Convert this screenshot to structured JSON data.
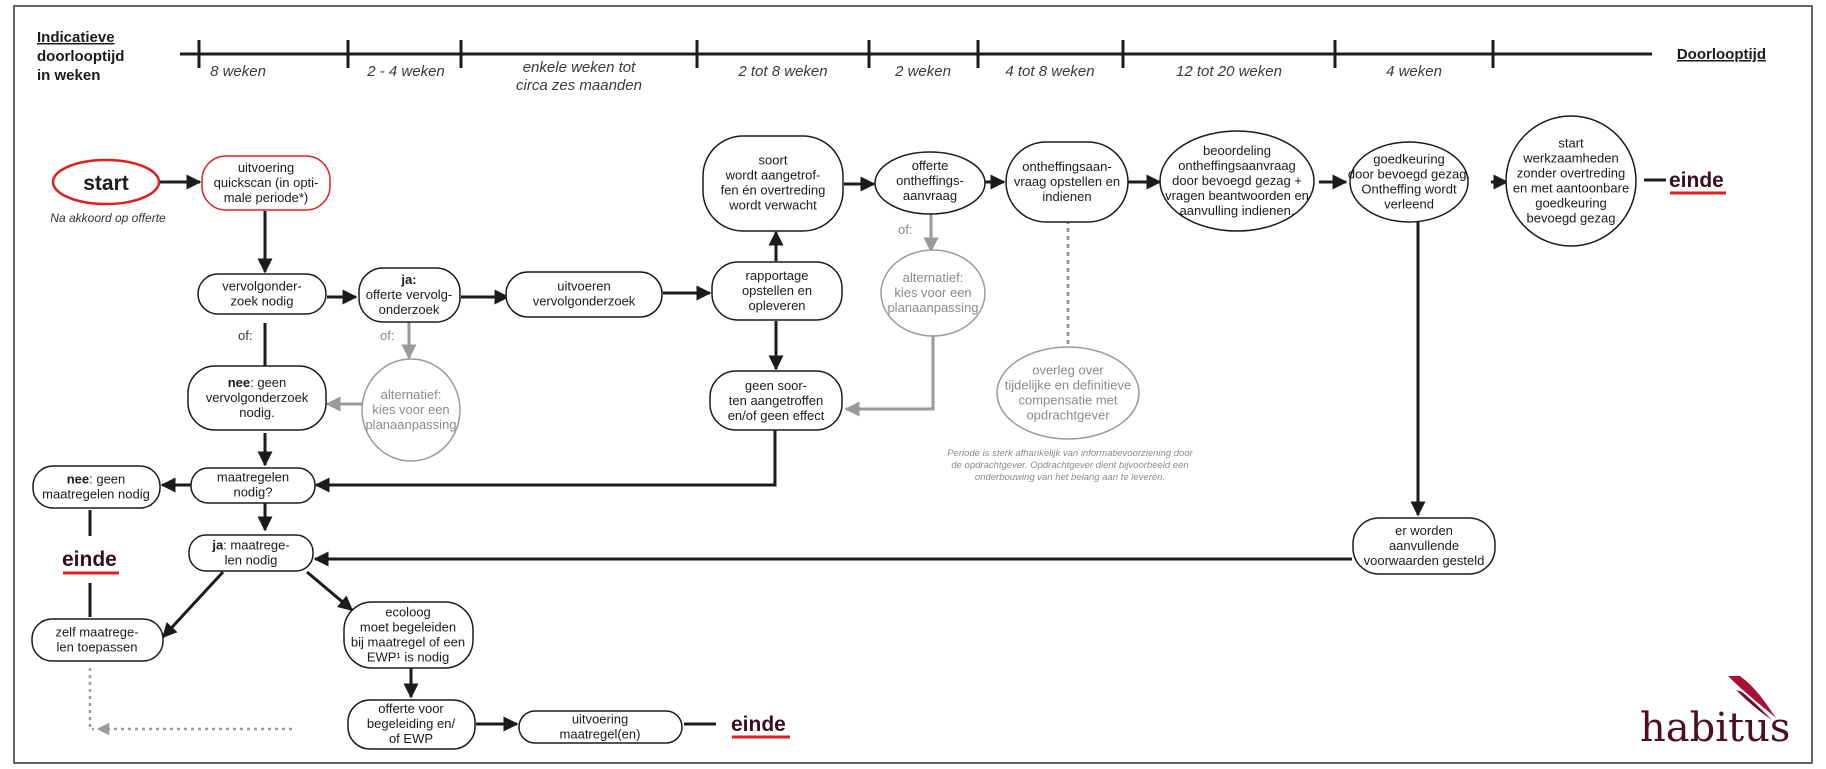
{
  "header": {
    "title_lines": [
      "Indicatieve",
      "doorlooptijd",
      "in weken"
    ],
    "right_label": "Doorlooptijd"
  },
  "durations": [
    [
      "8 weken"
    ],
    [
      "2 - 4 weken"
    ],
    [
      "enkele weken tot",
      "circa zes maanden"
    ],
    [
      "2 tot 8 weken"
    ],
    [
      "2 weken"
    ],
    [
      "4 tot 8 weken"
    ],
    [
      "12 tot 20 weken"
    ],
    [
      "4 weken"
    ]
  ],
  "nodes": {
    "start": "start",
    "start_note": "Na akkoord op offerte",
    "quickscan": [
      "uitvoering",
      "quickscan (in opti-",
      "male periode*)"
    ],
    "vervolg_nodig": [
      "vervolgonder-",
      "zoek nodig"
    ],
    "of1": "of:",
    "ja_offerte": [
      "ja:",
      "offerte vervolg-",
      "onderzoek"
    ],
    "of2": "of:",
    "alt1": [
      "alternatief:",
      "kies voor een",
      "planaanpassing"
    ],
    "nee_geen_vervolg": [
      "nee: geen",
      "vervolgonderzoek",
      "nodig."
    ],
    "uitvoeren_vervolg": [
      "uitvoeren",
      "vervolgonderzoek"
    ],
    "rapportage": [
      "rapportage",
      "opstellen en",
      "opleveren"
    ],
    "soort_aangetroffen": [
      "soort",
      "wordt aangetrof-",
      "fen én overtreding",
      "wordt verwacht"
    ],
    "geen_soorten": [
      "geen soor-",
      "ten aangetroffen",
      "en/of geen effect"
    ],
    "offerte_ontheffing": [
      "offerte",
      "ontheffings-",
      "aanvraag"
    ],
    "of3": "of:",
    "alt2": [
      "alternatief:",
      "kies voor een",
      "planaanpassing"
    ],
    "ontheffing_opstellen": [
      "ontheffingsaan-",
      "vraag opstellen en",
      "indienen"
    ],
    "overleg": [
      "overleg over",
      "tijdelijke en definitieve",
      "compensatie met",
      "opdrachtgever"
    ],
    "periode_note": [
      "Periode is sterk afhankelijk van informatievoorziening door",
      "de opdrachtgever. Opdrachtgever dient bijvoorbeeld een",
      "onderbouwing van het belang aan te leveren."
    ],
    "beoordeling": [
      "beoordeling",
      "ontheffingsaanvraag",
      "door bevoegd gezag +",
      "vragen beantwoorden en",
      "aanvulling indienen."
    ],
    "goedkeuring": [
      "goedkeuring",
      "door bevoegd gezag.",
      "Ontheffing wordt",
      "verleend"
    ],
    "start_werk": [
      "start",
      "werkzaamheden",
      "zonder overtreding",
      "en met aantoonbare",
      "goedkeuring",
      "bevoegd gezag"
    ],
    "einde_1": "einde",
    "aanvullende": [
      "er worden",
      "aanvullende",
      "voorwaarden gesteld"
    ],
    "maatregelen_nodig": [
      "maatregelen",
      "nodig?"
    ],
    "nee_geen_maatregelen": [
      "nee: geen",
      "maatregelen nodig"
    ],
    "einde_2": "einde",
    "ja_maatregelen": [
      "ja: maatrege-",
      "len nodig"
    ],
    "zelf_maatregelen": [
      "zelf maatrege-",
      "len toepassen"
    ],
    "ecoloog": [
      "ecoloog",
      "moet begeleiden",
      "bij maatregel of een",
      "EWP¹ is nodig"
    ],
    "offerte_begeleiding": [
      "offerte voor",
      "begeleiding en/",
      "of EWP"
    ],
    "uitvoering_maatregel": [
      "uitvoering",
      "maatregel(en)"
    ],
    "einde_3": "einde"
  },
  "logo": {
    "text": "habitus",
    "color": "#4a0f22",
    "accent": "#a8123a"
  },
  "colors": {
    "dark": "#1b1b1b",
    "grey": "#9a9a9a",
    "red": "#e01e1e"
  }
}
